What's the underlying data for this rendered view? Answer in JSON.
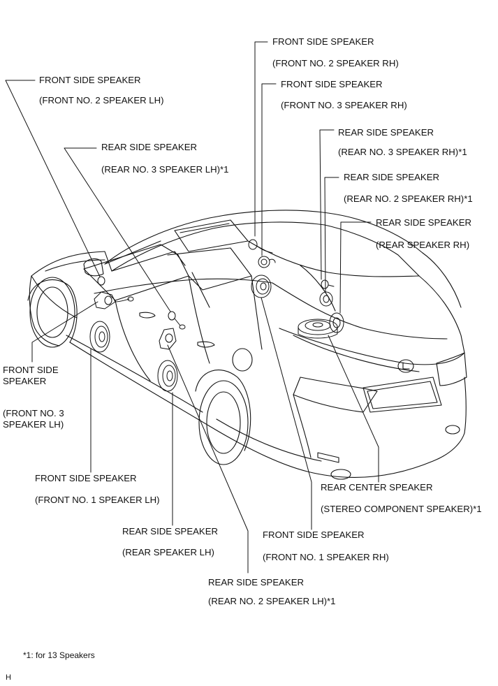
{
  "labels": {
    "front_no2_rh": {
      "name": "FRONT SIDE SPEAKER",
      "detail": "(FRONT NO. 2 SPEAKER RH)"
    },
    "front_no3_rh": {
      "name": "FRONT SIDE SPEAKER",
      "detail": "(FRONT NO. 3 SPEAKER RH)"
    },
    "front_no2_lh": {
      "name": "FRONT SIDE SPEAKER",
      "detail": "(FRONT NO. 2 SPEAKER LH)"
    },
    "rear_no3_lh": {
      "name": "REAR SIDE SPEAKER",
      "detail": "(REAR NO. 3 SPEAKER LH)*1"
    },
    "rear_no3_rh": {
      "name": "REAR SIDE SPEAKER",
      "detail": "(REAR NO. 3 SPEAKER RH)*1"
    },
    "rear_no2_rh": {
      "name": "REAR SIDE SPEAKER",
      "detail": "(REAR NO. 2 SPEAKER RH)*1"
    },
    "rear_rh": {
      "name": "REAR SIDE SPEAKER",
      "detail": "(REAR SPEAKER RH)"
    },
    "front_no3_lh": {
      "name": "FRONT SIDE SPEAKER",
      "detail": "(FRONT NO. 3 SPEAKER LH)"
    },
    "front_no1_lh": {
      "name": "FRONT SIDE SPEAKER",
      "detail": "(FRONT NO. 1 SPEAKER LH)"
    },
    "rear_center": {
      "name": "REAR CENTER SPEAKER",
      "detail": "(STEREO COMPONENT SPEAKER)*1"
    },
    "rear_lh": {
      "name": "REAR SIDE SPEAKER",
      "detail": "(REAR SPEAKER LH)"
    },
    "front_no1_rh": {
      "name": "FRONT SIDE SPEAKER",
      "detail": "(FRONT NO. 1 SPEAKER RH)"
    },
    "rear_no2_lh": {
      "name": "REAR SIDE SPEAKER",
      "detail": "(REAR NO. 2 SPEAKER LH)*1"
    }
  },
  "footnote": "*1: for 13 Speakers",
  "corner_mark": "H",
  "colors": {
    "line": "#111111",
    "background": "#ffffff"
  }
}
